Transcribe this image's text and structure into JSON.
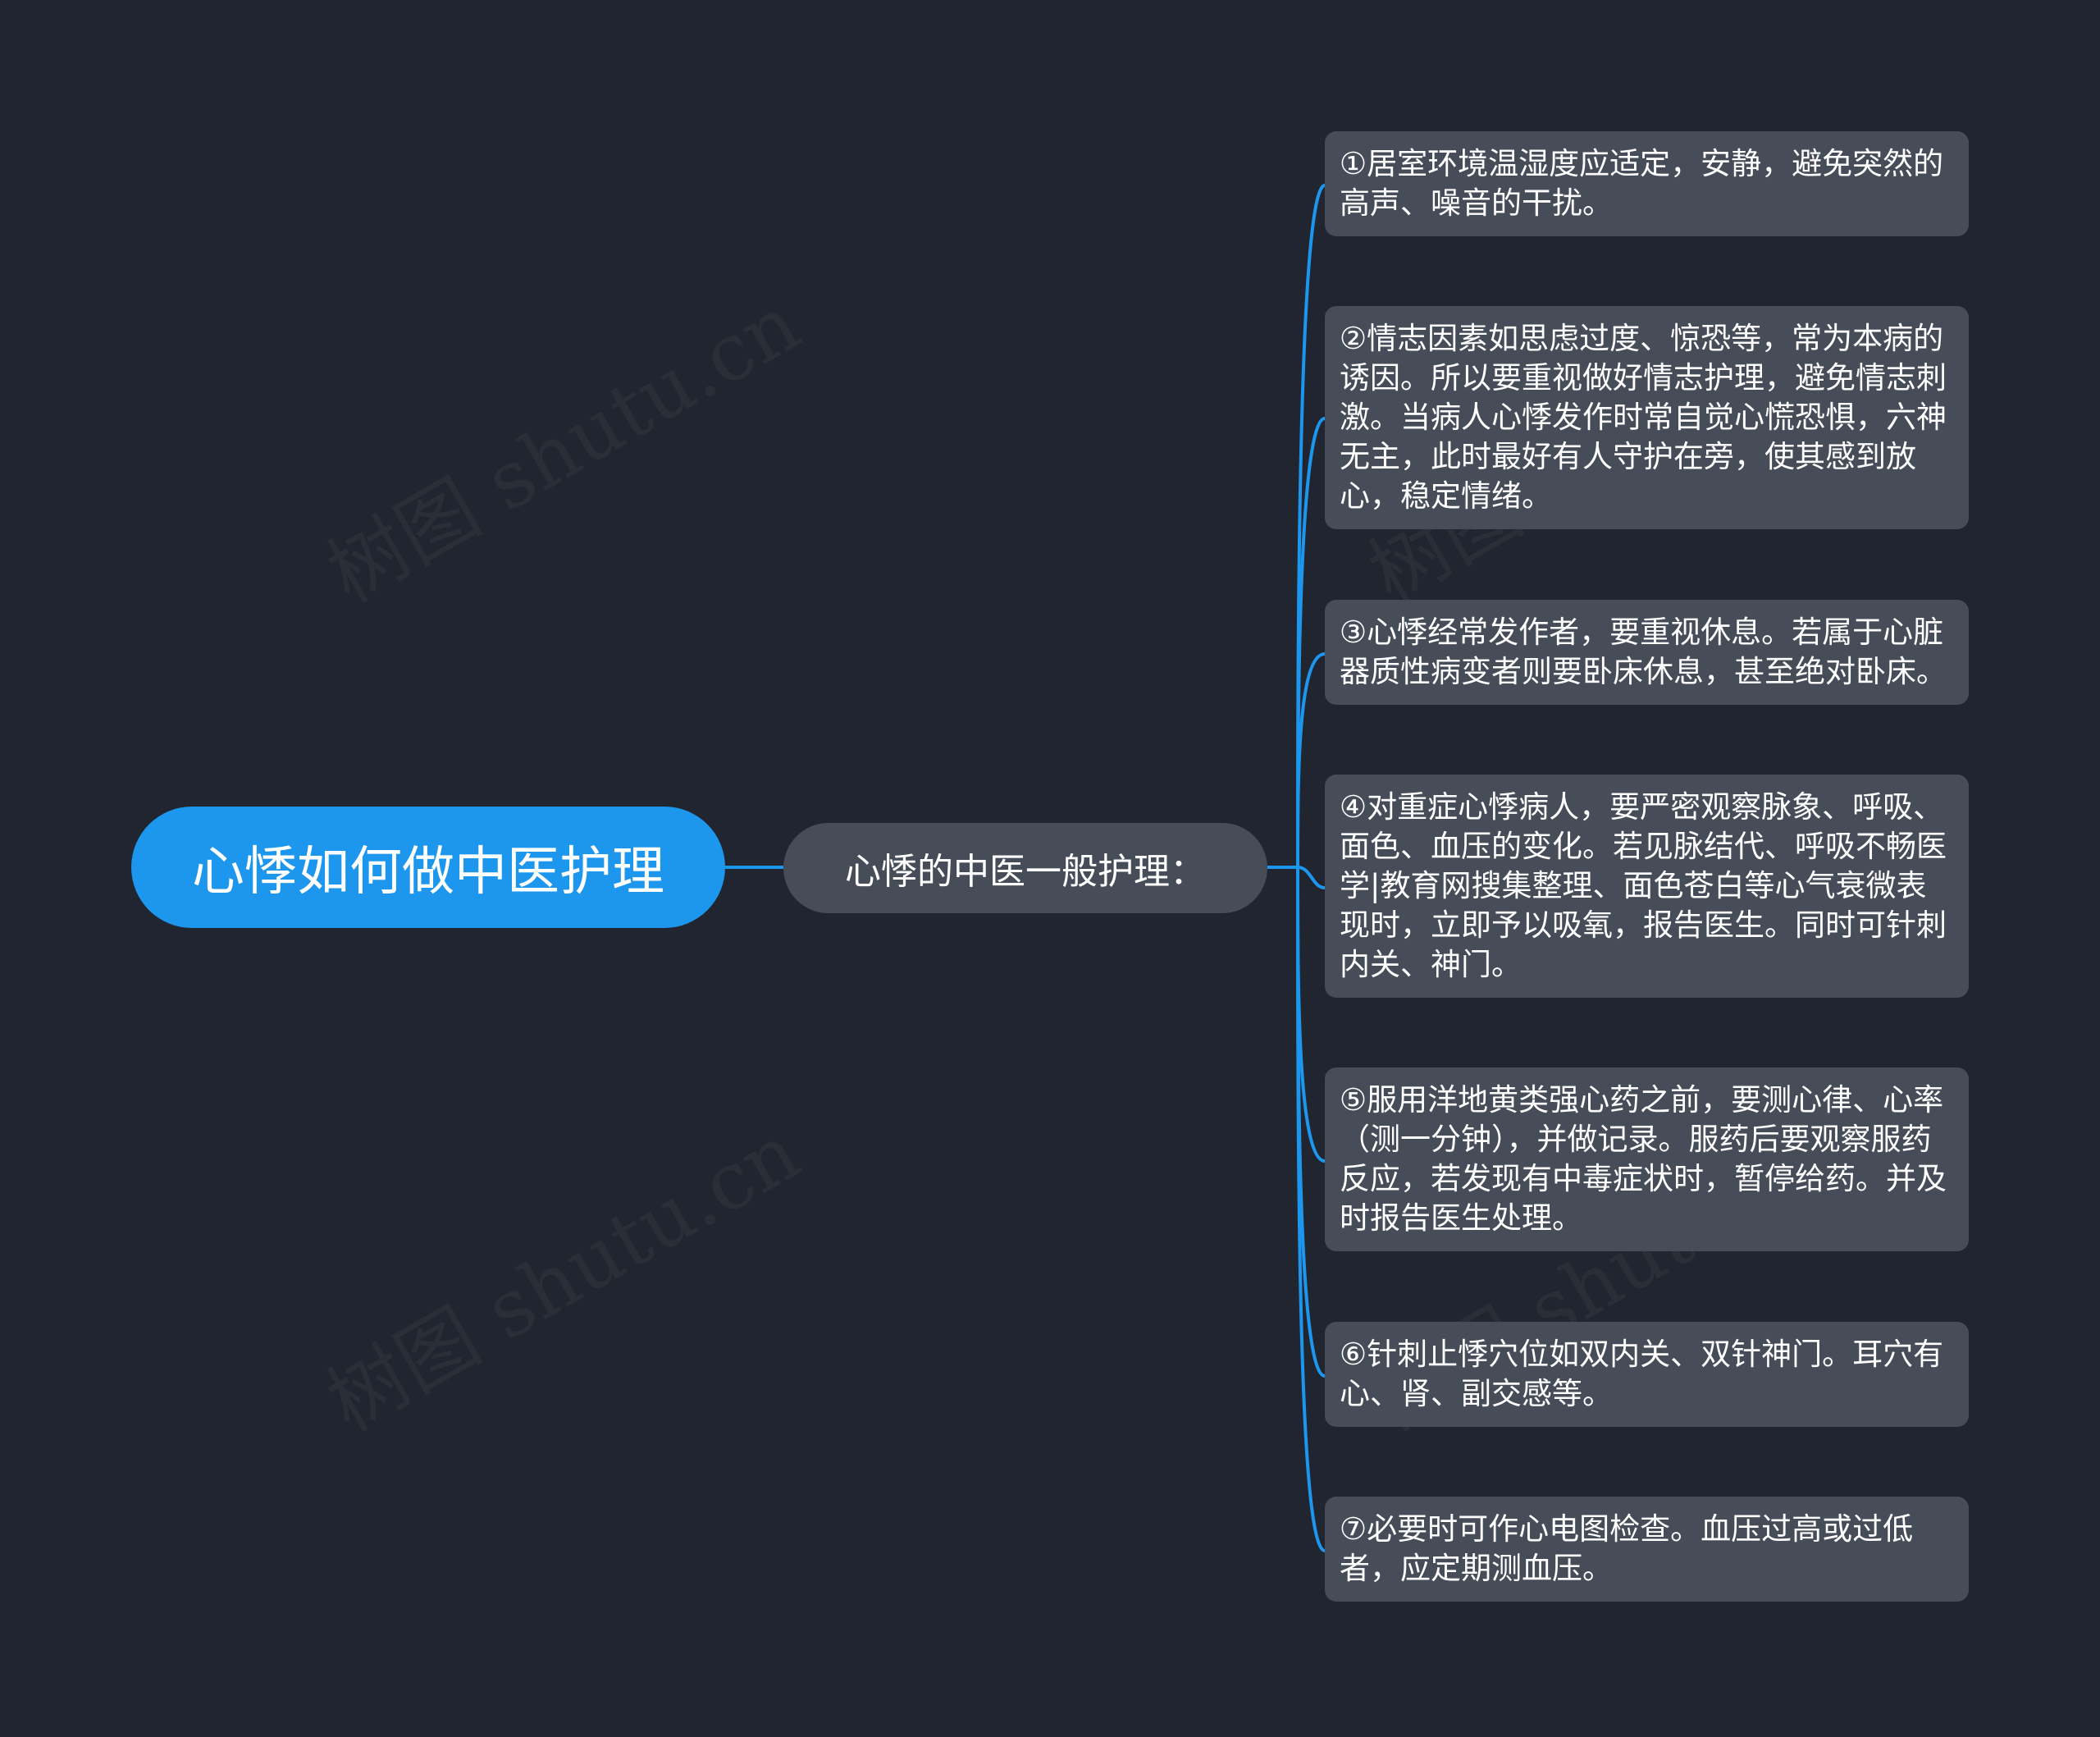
{
  "mindmap": {
    "root": {
      "label": "心悸如何做中医护理"
    },
    "branch": {
      "label": "心悸的中医一般护理："
    },
    "items": [
      {
        "text": "①居室环境温湿度应适定，安静，避免突然的高声、噪音的干扰。"
      },
      {
        "text": "②情志因素如思虑过度、惊恐等，常为本病的诱因。所以要重视做好情志护理，避免情志刺激。当病人心悸发作时常自觉心慌恐惧，六神无主，此时最好有人守护在旁，使其感到放心，稳定情绪。"
      },
      {
        "text": "③心悸经常发作者，要重视休息。若属于心脏器质性病变者则要卧床休息，甚至绝对卧床。"
      },
      {
        "text": "④对重症心悸病人，要严密观察脉象、呼吸、面色、血压的变化。若见脉结代、呼吸不畅医学|教育网搜集整理、面色苍白等心气衰微表现时，立即予以吸氧，报告医生。同时可针刺内关、神门。"
      },
      {
        "text": "⑤服用洋地黄类强心药之前，要测心律、心率（测一分钟），并做记录。服药后要观察服药反应，若发现有中毒症状时，暂停给药。并及时报告医生处理。"
      },
      {
        "text": "⑥针刺止悸穴位如双内关、双针神门。耳穴有心、肾、副交感等。"
      },
      {
        "text": "⑦必要时可作心电图检查。血压过高或过低者，应定期测血压。"
      }
    ]
  },
  "watermarks": [
    "树图 shutu.cn",
    "树图 shutu.cn",
    "树图 shutu.cn",
    "树图 shutu.cn"
  ],
  "colors": {
    "background": "#21252f",
    "root_fill": "#1d96ee",
    "node_fill": "#474c59",
    "connector": "#1d96ee",
    "text": "#ffffff"
  }
}
